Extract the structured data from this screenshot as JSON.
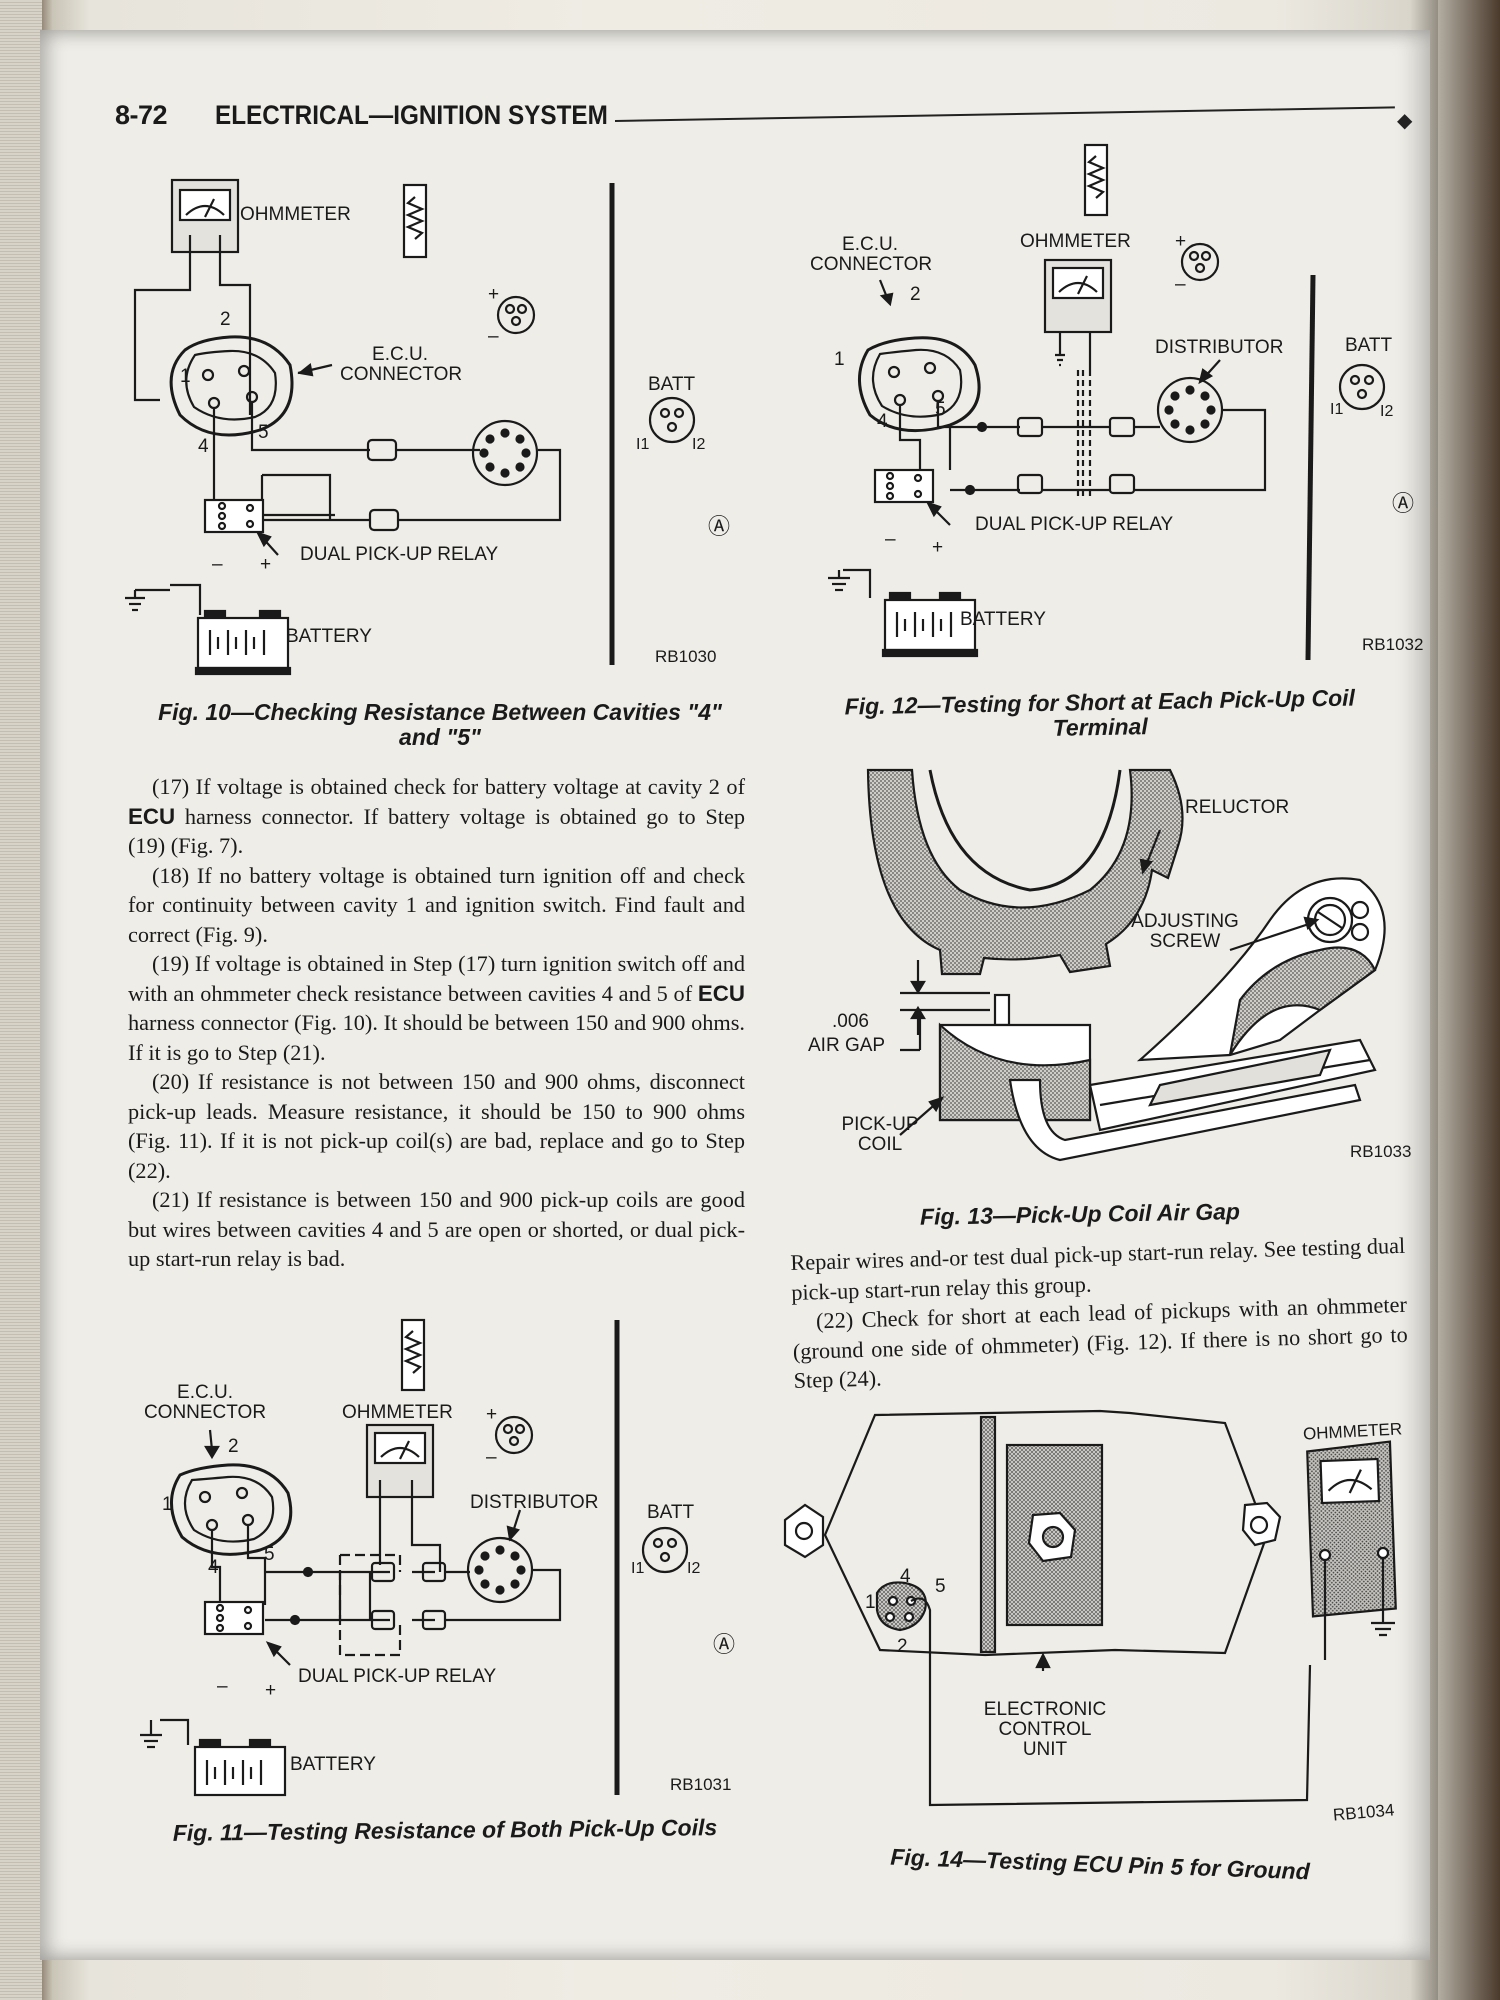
{
  "header": {
    "page_number": "8-72",
    "title": "ELECTRICAL—IGNITION SYSTEM"
  },
  "fig10": {
    "caption": "Fig. 10—Checking Resistance Between Cavities \"4\" and \"5\"",
    "labels": {
      "ohmmeter": "OHMMETER",
      "ecu_connector": "E.C.U. CONNECTOR",
      "relay": "DUAL PICK-UP RELAY",
      "battery": "BATTERY",
      "batt": "BATT",
      "batt_i1": "I1",
      "batt_i2": "I2",
      "cav1": "1",
      "cav2": "2",
      "cav4": "4",
      "cav5": "5",
      "minus": "–",
      "plus": "+",
      "circle_a": "Ⓐ",
      "ref": "RB1030"
    }
  },
  "fig11": {
    "caption": "Fig. 11—Testing Resistance of Both Pick-Up Coils",
    "labels": {
      "ecu_connector": "E.C.U. CONNECTOR",
      "ohmmeter": "OHMMETER",
      "distributor": "DISTRIBUTOR",
      "relay": "DUAL PICK-UP RELAY",
      "battery": "BATTERY",
      "batt": "BATT",
      "batt_i1": "I1",
      "batt_i2": "I2",
      "cav1": "1",
      "cav2": "2",
      "cav4": "4",
      "cav5": "5",
      "minus": "–",
      "plus": "+",
      "circle_a": "Ⓐ",
      "ref": "RB1031"
    }
  },
  "fig12": {
    "caption": "Fig. 12—Testing for Short at Each Pick-Up Coil Terminal",
    "labels": {
      "ecu_connector": "E.C.U. CONNECTOR",
      "ohmmeter": "OHMMETER",
      "distributor": "DISTRIBUTOR",
      "relay": "DUAL PICK-UP RELAY",
      "battery": "BATTERY",
      "batt": "BATT",
      "batt_i1": "I1",
      "batt_i2": "I2",
      "cav1": "1",
      "cav2": "2",
      "cav4": "4",
      "cav5": "5",
      "minus": "–",
      "plus": "+",
      "circle_a": "Ⓐ",
      "ref": "RB1032"
    }
  },
  "fig13": {
    "caption": "Fig. 13—Pick-Up Coil Air Gap",
    "labels": {
      "reluctor": "RELUCTOR",
      "adjusting_screw": "ADJUSTING SCREW",
      "gap_value": ".006",
      "air_gap": "AIR GAP",
      "pickup_coil": "PICK-UP COIL",
      "ref": "RB1033"
    }
  },
  "fig14": {
    "caption": "Fig. 14—Testing ECU Pin 5 for Ground",
    "labels": {
      "ohmmeter": "OHMMETER",
      "ecu": "ELECTRONIC CONTROL UNIT",
      "pin1": "1",
      "pin2": "2",
      "pin4": "4",
      "pin5": "5",
      "ref": "RB1034"
    }
  },
  "left_text": {
    "p17": "(17) If voltage is obtained check for battery voltage at cavity 2 of",
    "p17_ecu": "ECU",
    "p17b": "harness connector. If battery voltage is obtained go to Step (19) (Fig. 7).",
    "p18": "(18) If no battery voltage is obtained turn ignition off and check for continuity between cavity 1 and ignition switch. Find fault and correct (Fig. 9).",
    "p19": "(19) If voltage is obtained in Step (17) turn ignition switch off and with an ohmmeter check resistance between cavities 4 and 5 of",
    "p19_ecu": "ECU",
    "p19b": "harness connector (Fig. 10). It should be between 150 and 900 ohms. If it is go to Step (21).",
    "p20": "(20) If resistance is not between 150 and 900 ohms, disconnect pick-up leads. Measure resistance, it should be 150 to 900 ohms (Fig. 11). If it is not pick-up coil(s) are bad, replace and go to Step (22).",
    "p21": "(21) If resistance is between 150 and 900 pick-up coils are good but wires between cavities 4 and 5 are open or shorted, or dual pick-up start-run relay is bad."
  },
  "right_text": {
    "p21c": "Repair wires and-or test dual pick-up start-run relay. See testing dual pick-up start-run relay this group.",
    "p22": "(22) Check for short at each lead of pickups with an ohmmeter (ground one side of ohmmeter) (Fig. 12). If there is no short go to Step (24)."
  }
}
